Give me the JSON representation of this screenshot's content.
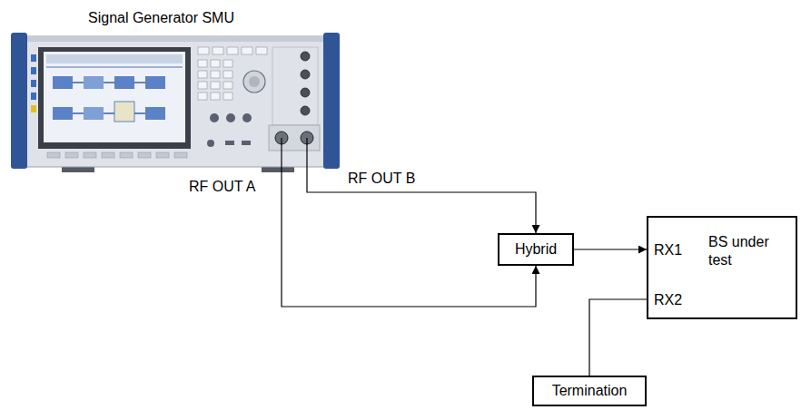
{
  "diagram": {
    "nodes": [
      {
        "text": [
          "Signal Generator SMU"
        ]
      },
      {
        "text": [
          "Hybrid"
        ]
      },
      {
        "text": [
          "BS under test",
          "RX1",
          "RX2"
        ]
      },
      {
        "text": [
          "Termination"
        ]
      }
    ],
    "edges": [
      {
        "from": 0,
        "to": 1,
        "arrow": "to",
        "label": "RF OUT B"
      },
      {
        "from": 0,
        "to": 1,
        "arrow": "to",
        "label": "RF OUT A"
      },
      {
        "from": 1,
        "to": 2,
        "arrow": "to"
      },
      {
        "from": 3,
        "to": 2,
        "arrow": "none"
      }
    ]
  }
}
